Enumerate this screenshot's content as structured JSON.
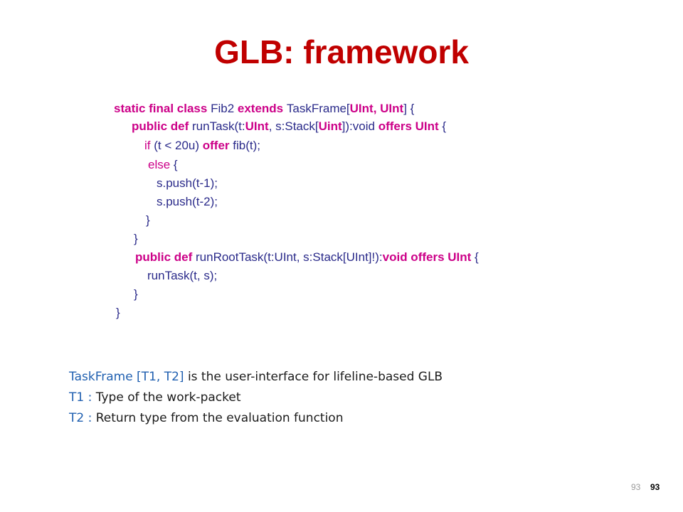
{
  "slide": {
    "title": "GLB: framework",
    "code_lines": [
      [
        {
          "t": "static final class ",
          "k": 1
        },
        {
          "t": "Fib2 ",
          "k": 0
        },
        {
          "t": "extends ",
          "k": 1
        },
        {
          "t": "TaskFrame[",
          "k": 0
        },
        {
          "t": "UInt, UInt",
          "k": 1
        },
        {
          "t": "] {",
          "k": 0
        }
      ],
      [
        {
          "t": "public def ",
          "k": 1
        },
        {
          "t": "runTask(t:",
          "k": 0
        },
        {
          "t": "UInt",
          "k": 1
        },
        {
          "t": ", s:Stack[",
          "k": 0
        },
        {
          "t": "Uint",
          "k": 1
        },
        {
          "t": "]):void ",
          "k": 0
        },
        {
          "t": "offers UInt ",
          "k": 1
        },
        {
          "t": "{",
          "k": 0
        }
      ],
      [
        {
          "t": "if ",
          "k": 2
        },
        {
          "t": "(t < 20u) ",
          "k": 0
        },
        {
          "t": "offer ",
          "k": 1
        },
        {
          "t": "fib(t);",
          "k": 0
        }
      ],
      [
        {
          "t": "else ",
          "k": 2
        },
        {
          "t": "{",
          "k": 0
        }
      ],
      [
        {
          "t": "s.push(t-1);",
          "k": 0
        }
      ],
      [
        {
          "t": "s.push(t-2);",
          "k": 0
        }
      ],
      [
        {
          "t": "}",
          "k": 0
        }
      ],
      [
        {
          "t": "}",
          "k": 0
        }
      ],
      [
        {
          "t": "public def ",
          "k": 1
        },
        {
          "t": "runRootTask(t:UInt, s:Stack[UInt]!):",
          "k": 0
        },
        {
          "t": "void offers UInt ",
          "k": 1
        },
        {
          "t": "{",
          "k": 0
        }
      ],
      [
        {
          "t": "runTask(t, s);",
          "k": 0
        }
      ],
      [
        {
          "t": "}",
          "k": 0
        }
      ],
      [
        {
          "t": "}",
          "k": 0
        }
      ]
    ],
    "descriptions": [
      {
        "term": "TaskFrame [T1, T2]",
        "text": " is the user-interface for lifeline-based GLB"
      },
      {
        "term": "T1 :",
        "text": " Type of the work-packet"
      },
      {
        "term": "T2 :",
        "text": " Return type from the evaluation function"
      }
    ],
    "page_number_faint": "93",
    "page_number": "93"
  }
}
